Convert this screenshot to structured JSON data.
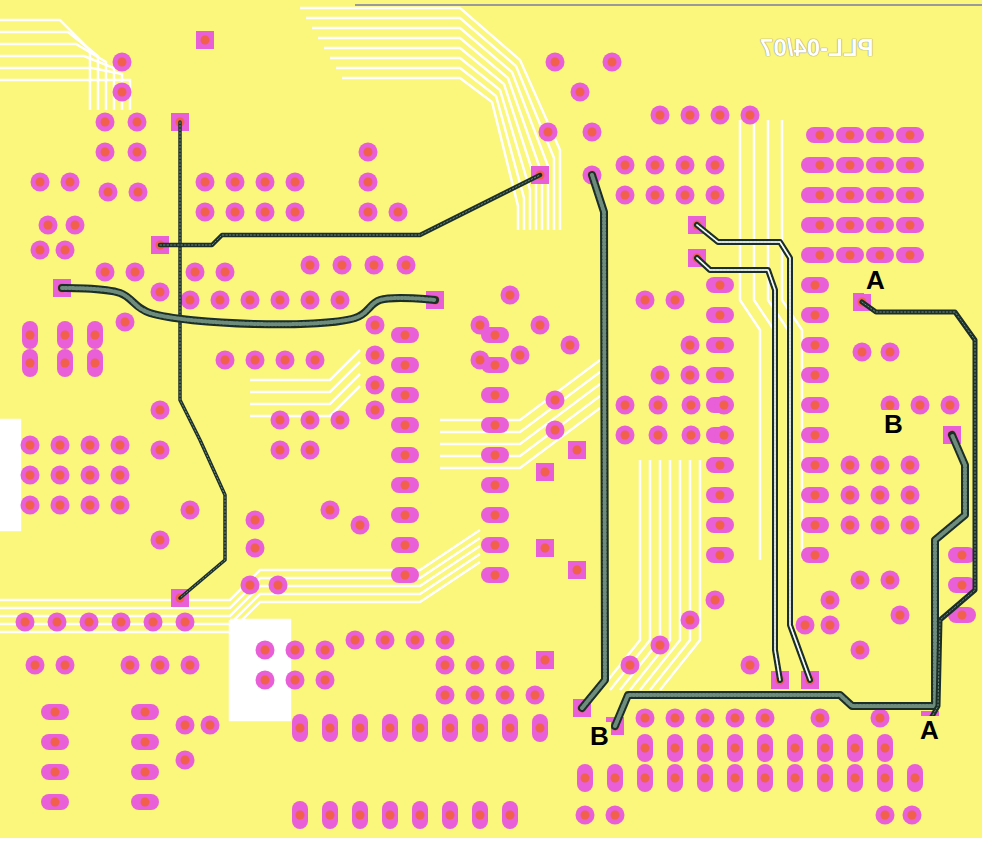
{
  "diagram": {
    "labels": [
      "PLL-04/07",
      "A",
      "B",
      "B",
      "A"
    ]
  }
}
